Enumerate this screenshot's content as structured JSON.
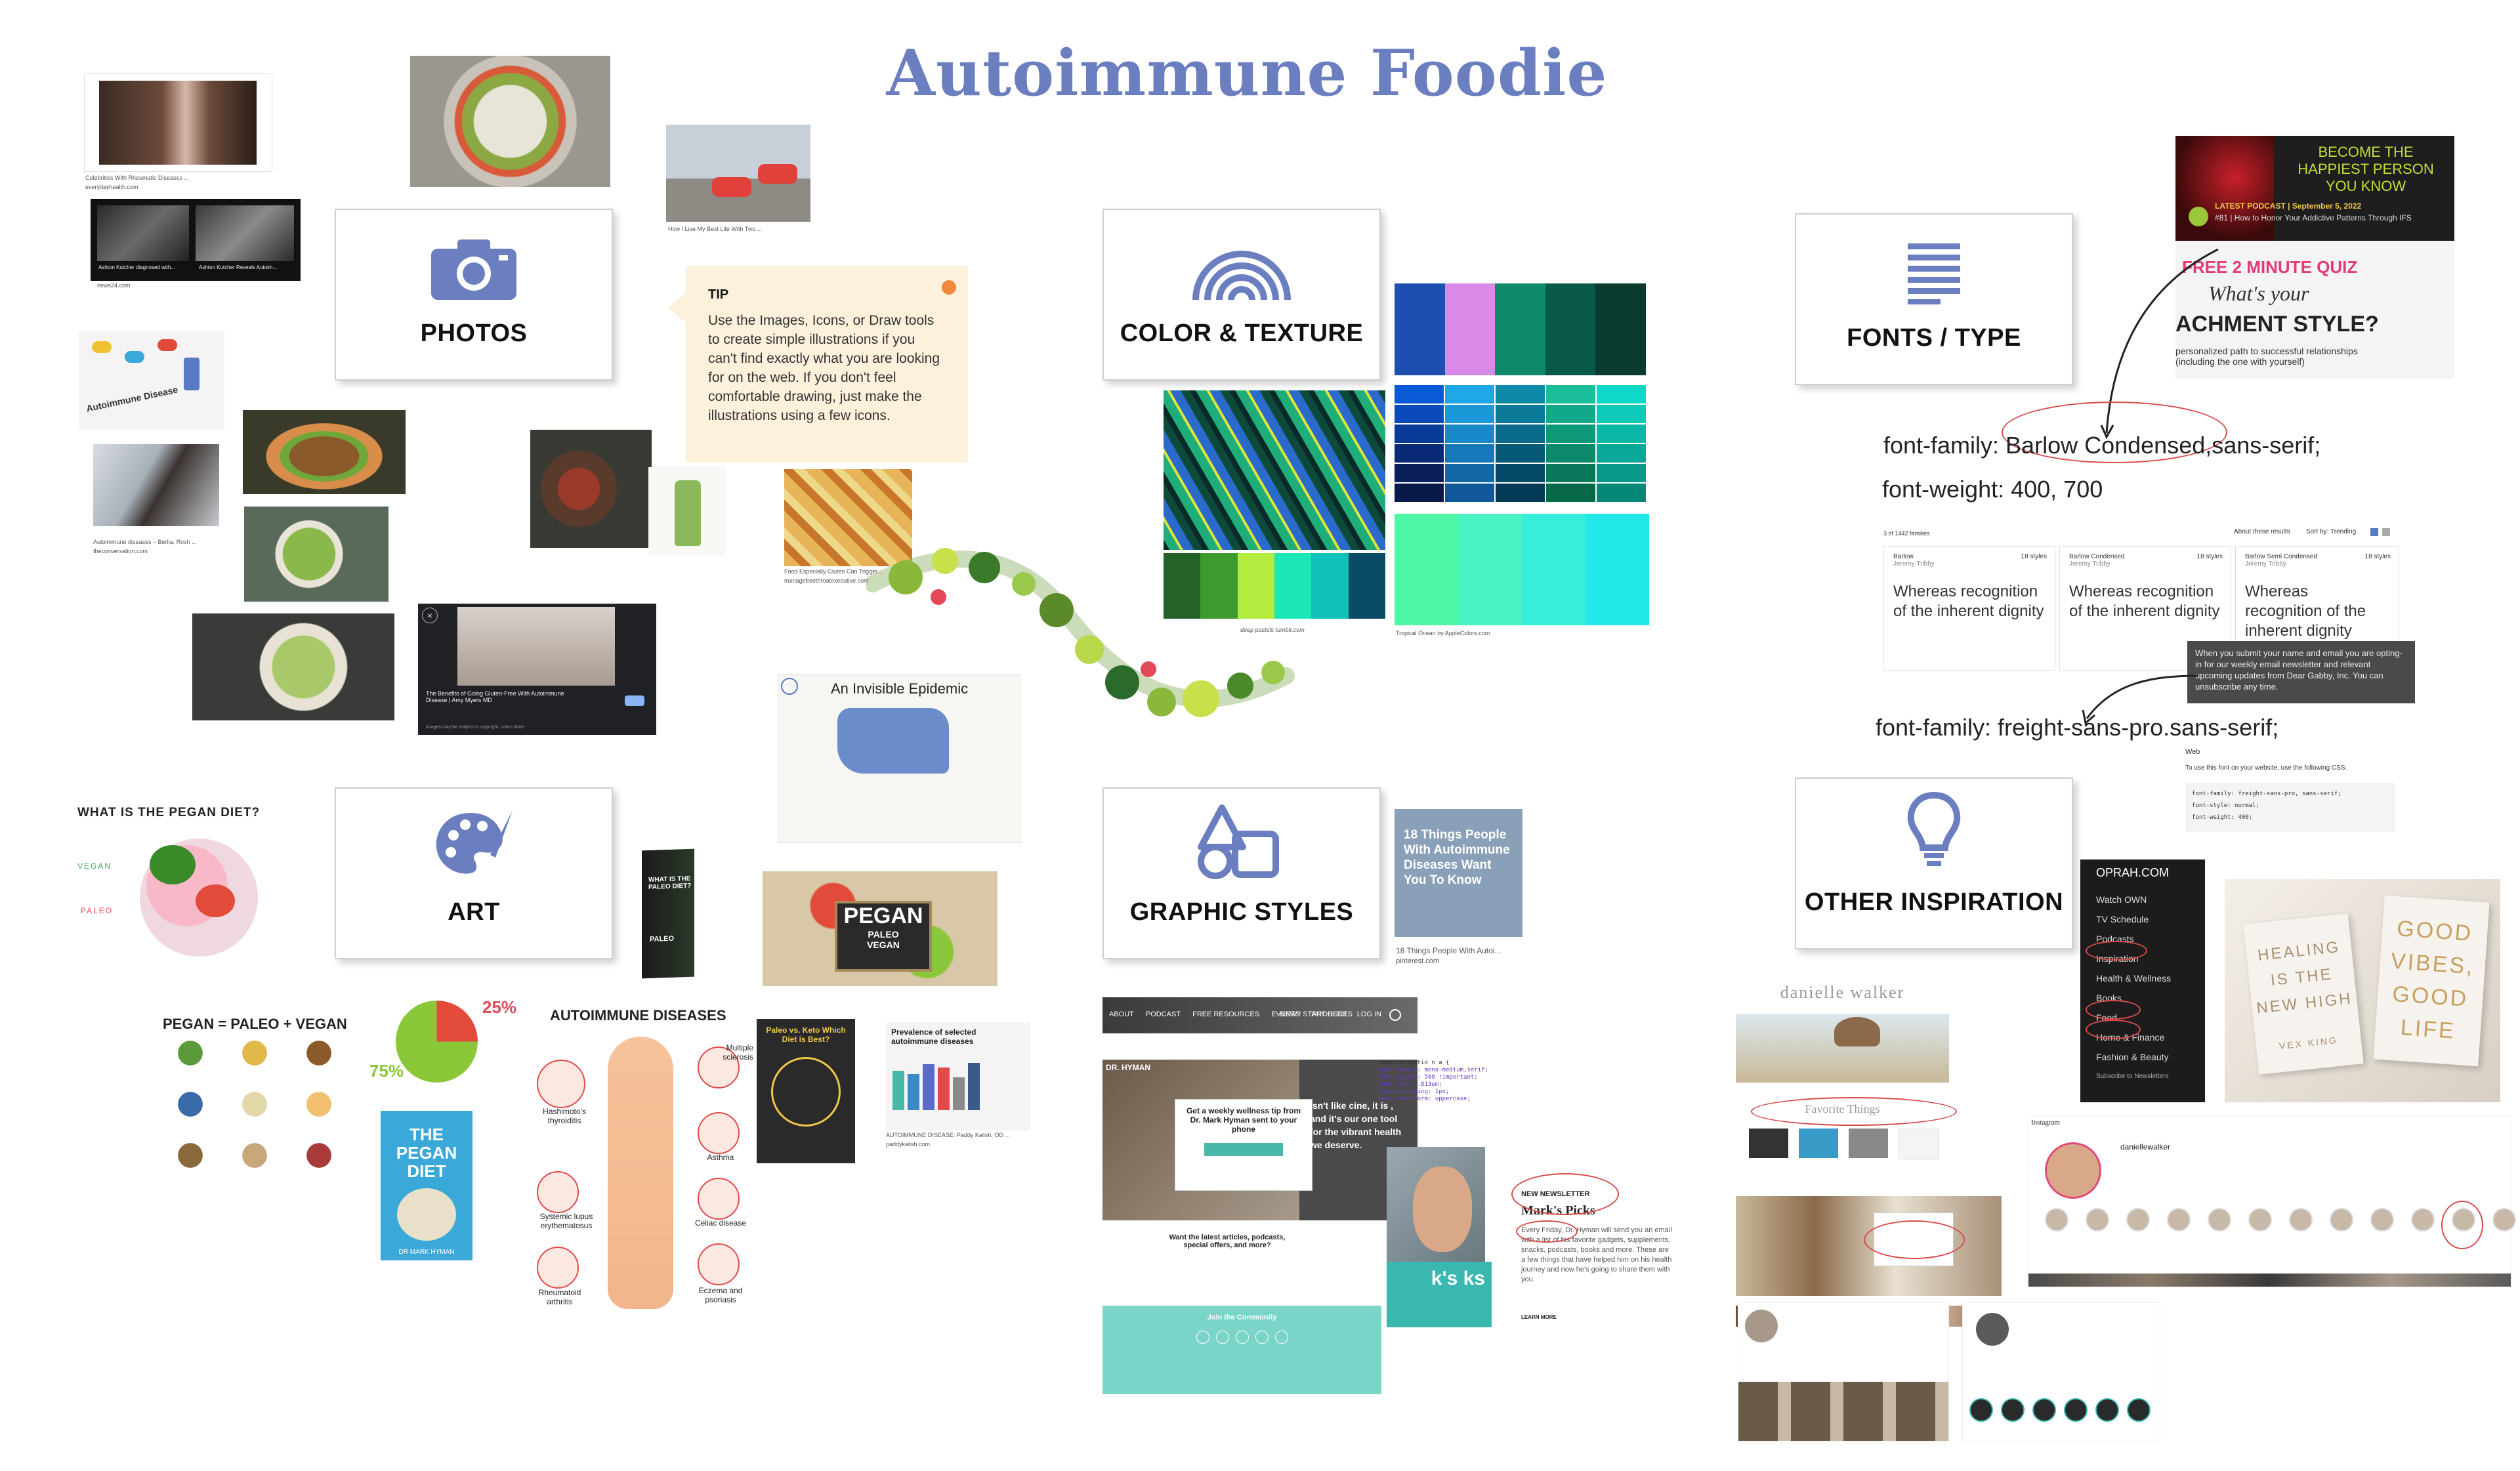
{
  "title": "Autoimmune Foodie",
  "sections": {
    "photos": "PHOTOS",
    "color_texture": "COLOR & TEXTURE",
    "fonts_type": "FONTS / TYPE",
    "art": "ART",
    "graphic_styles": "GRAPHIC STYLES",
    "other_inspiration": "OTHER INSPIRATION"
  },
  "tip": {
    "heading": "TIP",
    "body": "Use the Images, Icons, or Draw tools to create simple illustrations if you can't find exactly what you are looking for on the web. If you don't feel comfortable drawing, just make the illustrations using a few icons."
  },
  "photos": {
    "caption_celebrities": "Celebrities With Rheumatic Diseases ...",
    "caption_everyday": "everydayhealth.com",
    "caption_kutcher1": "Ashton Kutcher diagnosed with...",
    "caption_kutcher2": "Ashton Kutcher Reveals Autoim...",
    "caption_news": "news24.com",
    "caption_walk": "How I Live My Best Life With Two ...",
    "caption_autoimmune": "Autoimmune Disease",
    "caption_berlia": "Autoimmune diseases – Berlia, Rosh ...",
    "caption_conversation": "theconversation.com",
    "caption_gluten": "Food Especially Gluten Can Trigger ...",
    "caption_manage": "managefreethroatexecutive.com",
    "video_caption": "The Benefits of Going Gluten-Free With Autoimmune Disease | Amy Myers MD",
    "video_sub": "Images may be subject to copyright. Learn More"
  },
  "color": {
    "caption_plants": "deep pastels tumblr.com",
    "caption_ocean": "Tropical Ocean by AppleColors.com",
    "palette_top": [
      "#1e4fb0",
      "#d98ae8",
      "#0e8a6a",
      "#0a5a48",
      "#0b3a2e"
    ],
    "palette_bottom": [
      "#23632a",
      "#3d9a2f",
      "#b3ec3f",
      "#1de7b6",
      "#10c2b9",
      "#0a4b66"
    ],
    "palette_ocean": [
      "#4df7a4",
      "#49f3c3",
      "#36eedb",
      "#23e8ea"
    ]
  },
  "fonts": {
    "promo_title": "BECOME THE HAPPIEST PERSON YOU KNOW",
    "promo_podcast": "LATEST PODCAST | September 5, 2022",
    "promo_episode": "#81 | How to Honor Your Addictive Patterns Through IFS",
    "quiz_title": "FREE 2 MINUTE QUIZ",
    "quiz_q1": "What's your",
    "quiz_q2": "ACHMENT STYLE?",
    "quiz_sub": "personalized path to successful relationships (including the one with yourself)",
    "family1": "font-family: Barlow Condensed,sans-serif;",
    "weight1": "font-weight: 400, 700",
    "count": "3 of 1442 families",
    "about": "About these results",
    "sort": "Sort by: Trending",
    "cards": [
      {
        "name": "Barlow",
        "author": "Jeremy Tribby",
        "styles": "18 styles",
        "sample": "Whereas recognition of the inherent dignity"
      },
      {
        "name": "Barlow Condensed",
        "author": "Jeremy Tribby",
        "styles": "18 styles",
        "sample": "Whereas recognition of the inherent dignity"
      },
      {
        "name": "Barlow Semi Condensed",
        "author": "Jeremy Tribby",
        "styles": "18 styles",
        "sample": "Whereas recognition of the inherent dignity"
      }
    ],
    "dark_note": "When you submit your name and email you are opting-in for our weekly email newsletter and relevant upcoming updates from Dear Gabby, Inc. You can unsubscribe any time.",
    "family2": "font-family: freight-sans-pro.sans-serif;",
    "web": "Web",
    "web_note": "To use this font on your website, use the following CSS:",
    "css_lines": [
      "font-family: freight-sans-pro, sans-serif;",
      "font-style: normal;",
      "font-weight: 400;"
    ]
  },
  "art": {
    "pegan_title": "WHAT IS THE PEGAN DIET?",
    "vegan": "VEGAN",
    "paleo": "PALEO",
    "book_title": "WHAT IS THE PALEO DIET?",
    "book_sub": "PALEO",
    "pegan_sign": "PEGAN",
    "pegan_sign2": "PALEO",
    "pegan_sign3": "VEGAN",
    "pegan_eq": "PEGAN = PALEO + VEGAN",
    "pct_small": "25%",
    "pct_big": "75%",
    "book2_title": "THE PEGAN DIET",
    "book2_author": "DR MARK HYMAN",
    "epidemic": "An Invisible Epidemic",
    "autoimmune_title": "AUTOIMMUNE DISEASES",
    "diseases": [
      "Hashimoto's thyroiditis",
      "Multiple sclerosis",
      "Asthma",
      "Systemic lupus erythematosus",
      "Celiac disease",
      "Rheumatoid arthritis",
      "Eczema and psoriasis"
    ],
    "paleo_keto": "Paleo vs. Keto Which Diet is Best?",
    "prevalence": "Prevalence of selected autoimmune diseases",
    "prevalence_cap": "AUTOIMMUNE DISEASE: Paddy Kalish, OD ...",
    "prevalence_src": "paddykalish.com"
  },
  "graphic": {
    "pin_text": "18 Things People With Autoimmune Diseases Want You To Know",
    "pin_caption": "18 Things People With Autoi...",
    "pin_src": "pinterest.com",
    "nav": [
      "ABOUT",
      "PODCAST",
      "FREE RESOURCES",
      "EVENTS",
      "PRODUCTS"
    ],
    "nav_right": [
      "NEW? START HERE",
      "LOG IN"
    ],
    "drhyman": "DR. HYMAN",
    "popup": "Get a weekly wellness tip from Dr. Mark Hyman sent to your phone",
    "want": "Want the latest articles, podcasts, special offers, and more?",
    "join": "Join the Community",
    "newsletter": "NEW NEWSLETTER",
    "marks_picks": "Mark's Picks",
    "marks_body": "Every Friday, Dr. Hyman will send you an email with a list of his favorite gadgets, supplements, snacks, podcasts, books and more. These are a few things that have helped him on his health journey and now he's going to share them with you.",
    "learn_more": "LEARN MORE",
    "side_text": "isn't like cine, it is , and it's our one tool for the vibrant health we deserve.",
    "ks": "k's ks"
  },
  "inspiration": {
    "dw_logo": "danielle walker",
    "favorite": "Favorite Things",
    "oprah": "OPRAH.COM",
    "menu": [
      "Watch OWN",
      "TV Schedule",
      "Podcasts",
      "Inspiration",
      "Health & Wellness",
      "Books",
      "Food",
      "Home & Finance",
      "Fashion & Beauty"
    ],
    "menu_foot": "Subscribe to Newsletters",
    "book_lines": [
      "HEALING",
      "IS THE",
      "NEW HIGH"
    ],
    "book_author": "VEX KING",
    "book2_lines": [
      "GOOD",
      "VIBES,",
      "GOOD",
      "LIFE"
    ],
    "insta_handle": "daniellewalker",
    "instagram": "Instagram"
  }
}
